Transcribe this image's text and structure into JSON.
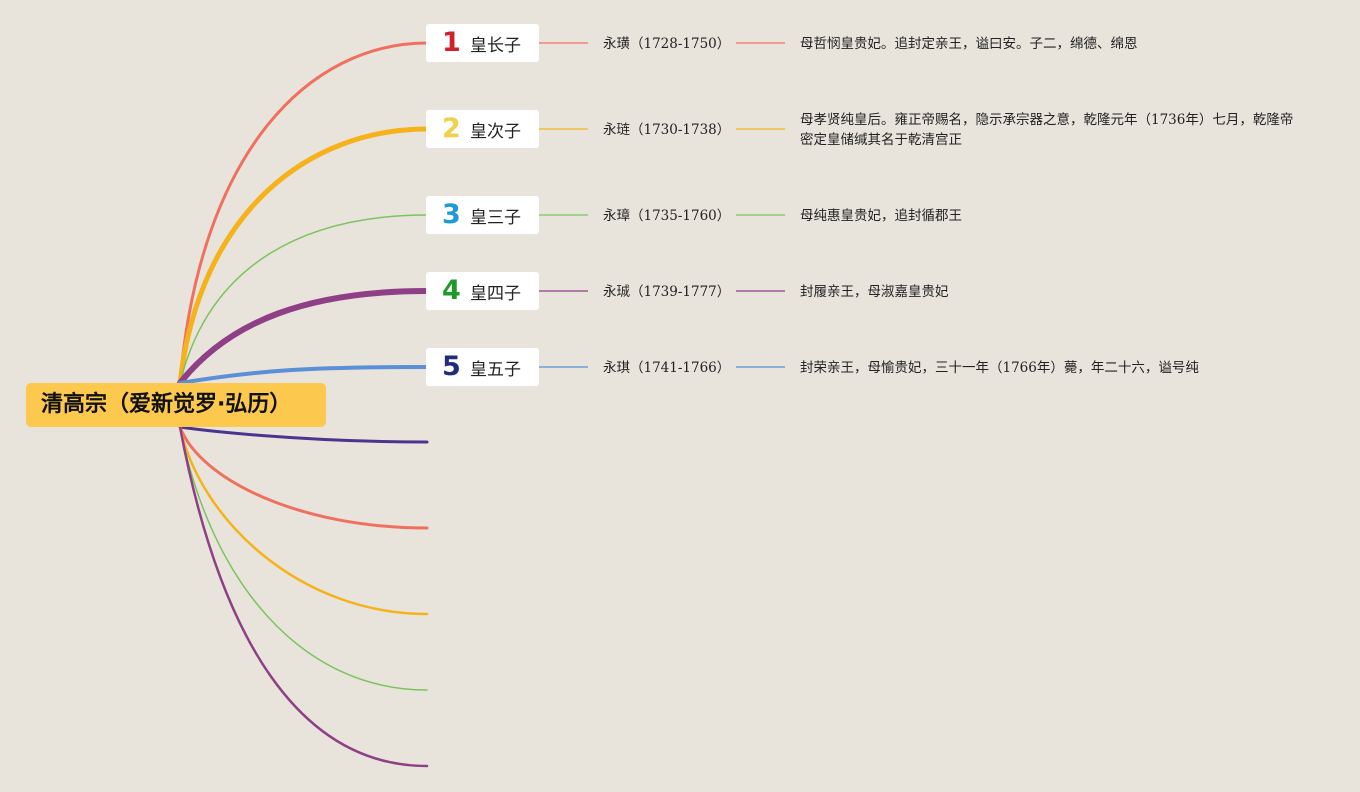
{
  "root": {
    "title": "清高宗（爱新觉罗·弘历）",
    "color": "#fcc94e"
  },
  "children": [
    {
      "num": "1",
      "num_color": "#d0202a",
      "line_color": "#f07060",
      "label": "皇长子",
      "name": "永璜（1728-1750）",
      "desc": "母哲悯皇贵妃。追封定亲王，谥曰安。子二，绵德、绵恩"
    },
    {
      "num": "2",
      "num_color": "#f2d04a",
      "line_color": "#f5b21b",
      "label": "皇次子",
      "name": "永琏（1730-1738）",
      "desc": "母孝贤纯皇后。雍正帝赐名，隐示承宗器之意，乾隆元年（1736年）七月，乾隆帝密定皇储缄其名于乾清宫正"
    },
    {
      "num": "3",
      "num_color": "#1e9ad6",
      "line_color": "#7cc35e",
      "label": "皇三子",
      "name": "永璋（1735-1760）",
      "desc": "母纯惠皇贵妃，追封循郡王"
    },
    {
      "num": "4",
      "num_color": "#1f9a2a",
      "line_color": "#8e3f86",
      "label": "皇四子",
      "name": "永珹（1739-1777）",
      "desc": "封履亲王，母淑嘉皇贵妃"
    },
    {
      "num": "5",
      "num_color": "#1f2d7a",
      "line_color": "#5b8fd6",
      "label": "皇五子",
      "name": "永琪（1741-1766）",
      "desc": "封荣亲王，母愉贵妃，三十一年（1766年）薨，年二十六，谥号纯"
    }
  ],
  "extra_branch_colors": [
    "#4a3490",
    "#f07060",
    "#f5b21b",
    "#7cc35e",
    "#8e3f86"
  ]
}
